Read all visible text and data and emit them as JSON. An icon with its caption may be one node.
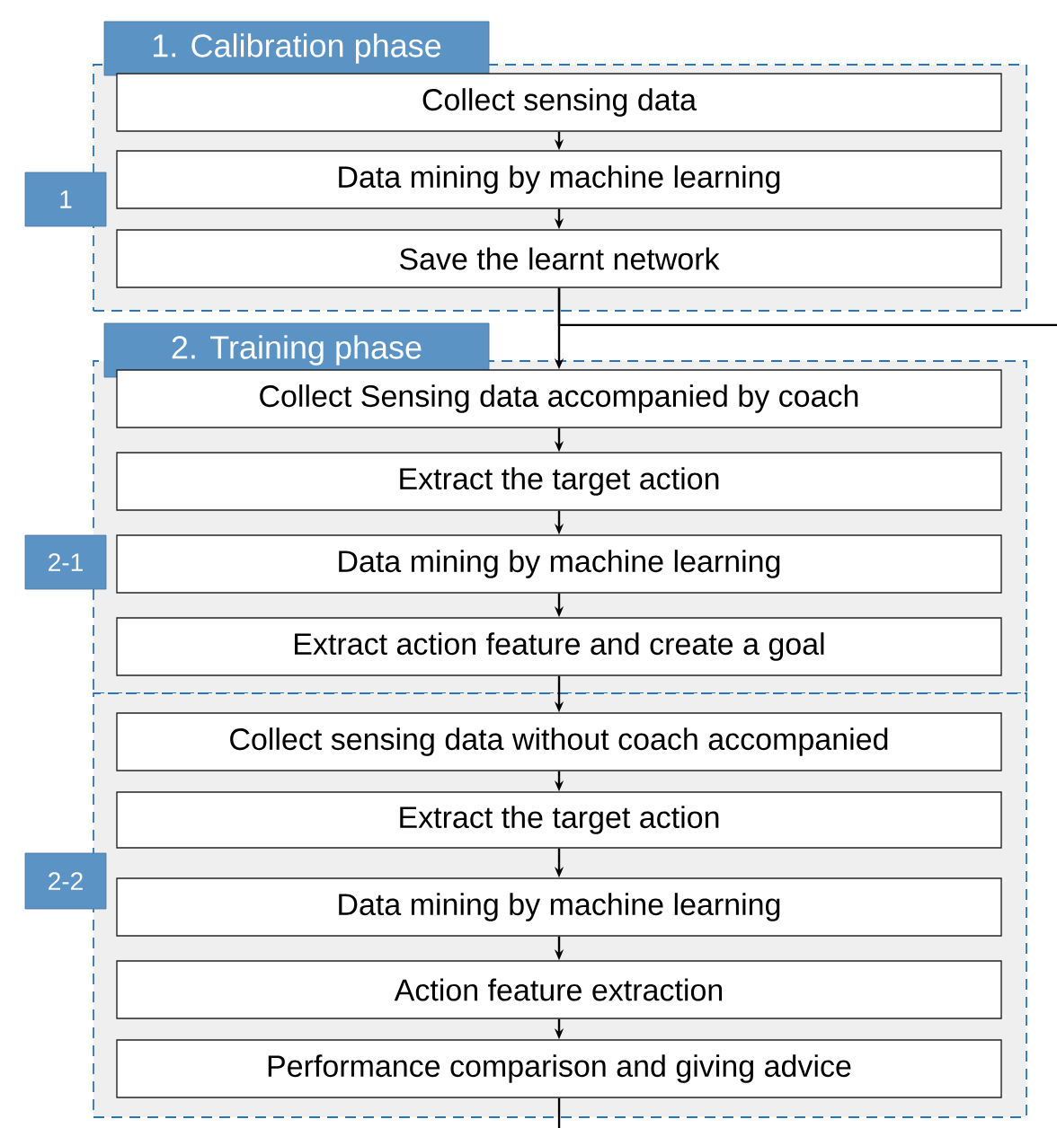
{
  "diagram": {
    "nodes": [
      {
        "text": [
          "1. Calibration phase"
        ],
        "beside": [
          "1"
        ]
      },
      {
        "text": [
          "Collect sensing data"
        ],
        "in": 0
      },
      {
        "text": [
          "Data mining by machine learning"
        ],
        "in": 0
      },
      {
        "text": [
          "Save the learnt network"
        ],
        "in": 0
      },
      {
        "text": [
          "2. Training phase"
        ],
        "beside": [
          "2-1"
        ]
      },
      {
        "text": [
          "Collect Sensing data accompanied by coach"
        ],
        "in": 4
      },
      {
        "text": [
          "Extract the target action"
        ],
        "in": 4
      },
      {
        "text": [
          "Data mining by machine learning"
        ],
        "in": 4
      },
      {
        "text": [
          "Extract action feature and create a goal"
        ],
        "in": 4
      },
      {
        "text": [],
        "shape": "box",
        "beside": [
          "2-2"
        ]
      },
      {
        "text": [
          "Collect sensing data without coach accompanied"
        ],
        "in": 9
      },
      {
        "text": [
          "Extract the target action"
        ],
        "in": 9
      },
      {
        "text": [
          "Data mining by machine learning"
        ],
        "in": 9
      },
      {
        "text": [
          "Action feature extraction"
        ],
        "in": 9
      },
      {
        "text": [
          "Performance comparison and giving advice"
        ],
        "in": 9
      }
    ],
    "edges": [
      {
        "from": 1,
        "to": 2,
        "arrow": "to"
      },
      {
        "from": 2,
        "to": 3,
        "arrow": "to"
      },
      {
        "from": 3,
        "to": 5,
        "arrow": "to"
      },
      {
        "from": 3,
        "to": null,
        "arrow": "none"
      },
      {
        "from": 5,
        "to": 6,
        "arrow": "to"
      },
      {
        "from": 6,
        "to": 7,
        "arrow": "to"
      },
      {
        "from": 7,
        "to": 8,
        "arrow": "to"
      },
      {
        "from": 8,
        "to": 10,
        "arrow": "to"
      },
      {
        "from": 10,
        "to": 11,
        "arrow": "to"
      },
      {
        "from": 11,
        "to": 12,
        "arrow": "to"
      },
      {
        "from": 12,
        "to": 13,
        "arrow": "to"
      },
      {
        "from": 13,
        "to": 14,
        "arrow": "to"
      },
      {
        "from": 14,
        "to": null,
        "arrow": "none"
      }
    ]
  }
}
